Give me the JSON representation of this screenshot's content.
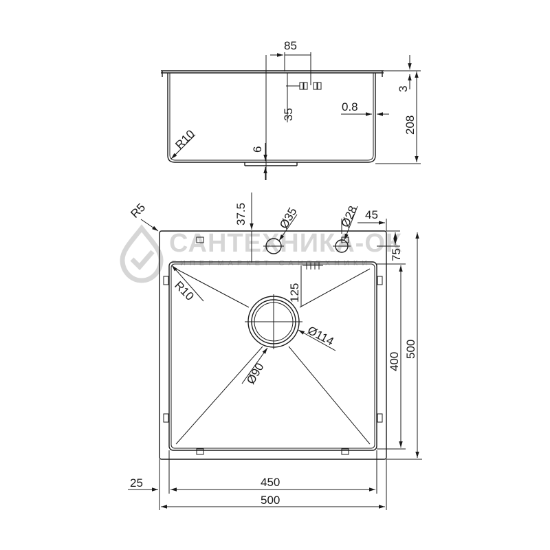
{
  "watermark": {
    "brand": "САНТЕХНИКА-ОК",
    "tagline": "ГИПЕРМАРКЕТ САНТЕХНИКИ",
    "logo_icon": "droplet-check-icon"
  },
  "side_view": {
    "dims": {
      "overflow_width": "85",
      "rim_thickness": "3",
      "overflow_depth": "35",
      "wall_thickness": "0.8",
      "total_depth": "208",
      "corner_radius": "R10",
      "drain_depth": "6"
    }
  },
  "top_view": {
    "dims": {
      "outer_radius": "R5",
      "hole1_offset": "37.5",
      "hole1_diameter": "Ø35",
      "hole2_diameter": "Ø28",
      "hole2_offset": "45",
      "top_margin": "75",
      "drain_offset": "125",
      "inner_radius": "R10",
      "drain_outer_diameter": "Ø114",
      "drain_inner_diameter": "Ø90",
      "inner_depth": "400",
      "outer_depth": "500",
      "left_margin": "25",
      "inner_width": "450",
      "outer_width": "500"
    }
  }
}
